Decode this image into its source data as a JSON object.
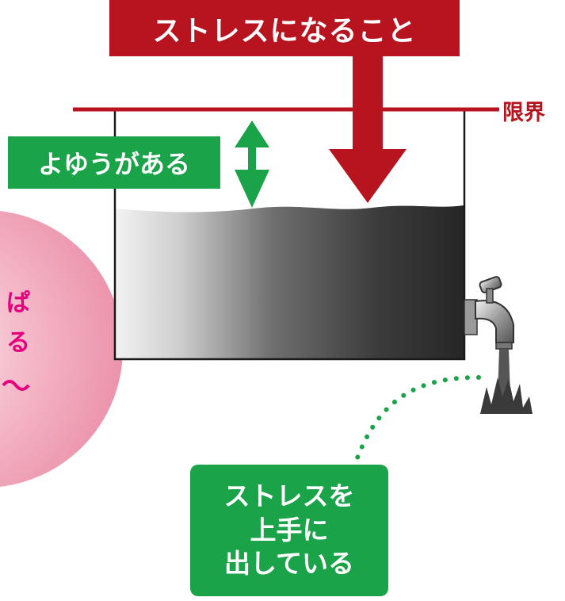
{
  "title": "ストレスになること",
  "limit_label": "限界",
  "margin_label": "よゆうがある",
  "release_label": {
    "line1": "ストレスを",
    "line2": "上手に",
    "line3": "出している"
  },
  "colors": {
    "red": "#b8141f",
    "green": "#1ba34a",
    "pink": "#f3a7bb",
    "water_dark": "#2e2e2e"
  },
  "icons": [
    "tank",
    "faucet",
    "double-arrow",
    "down-arrow",
    "dotted-connector"
  ]
}
